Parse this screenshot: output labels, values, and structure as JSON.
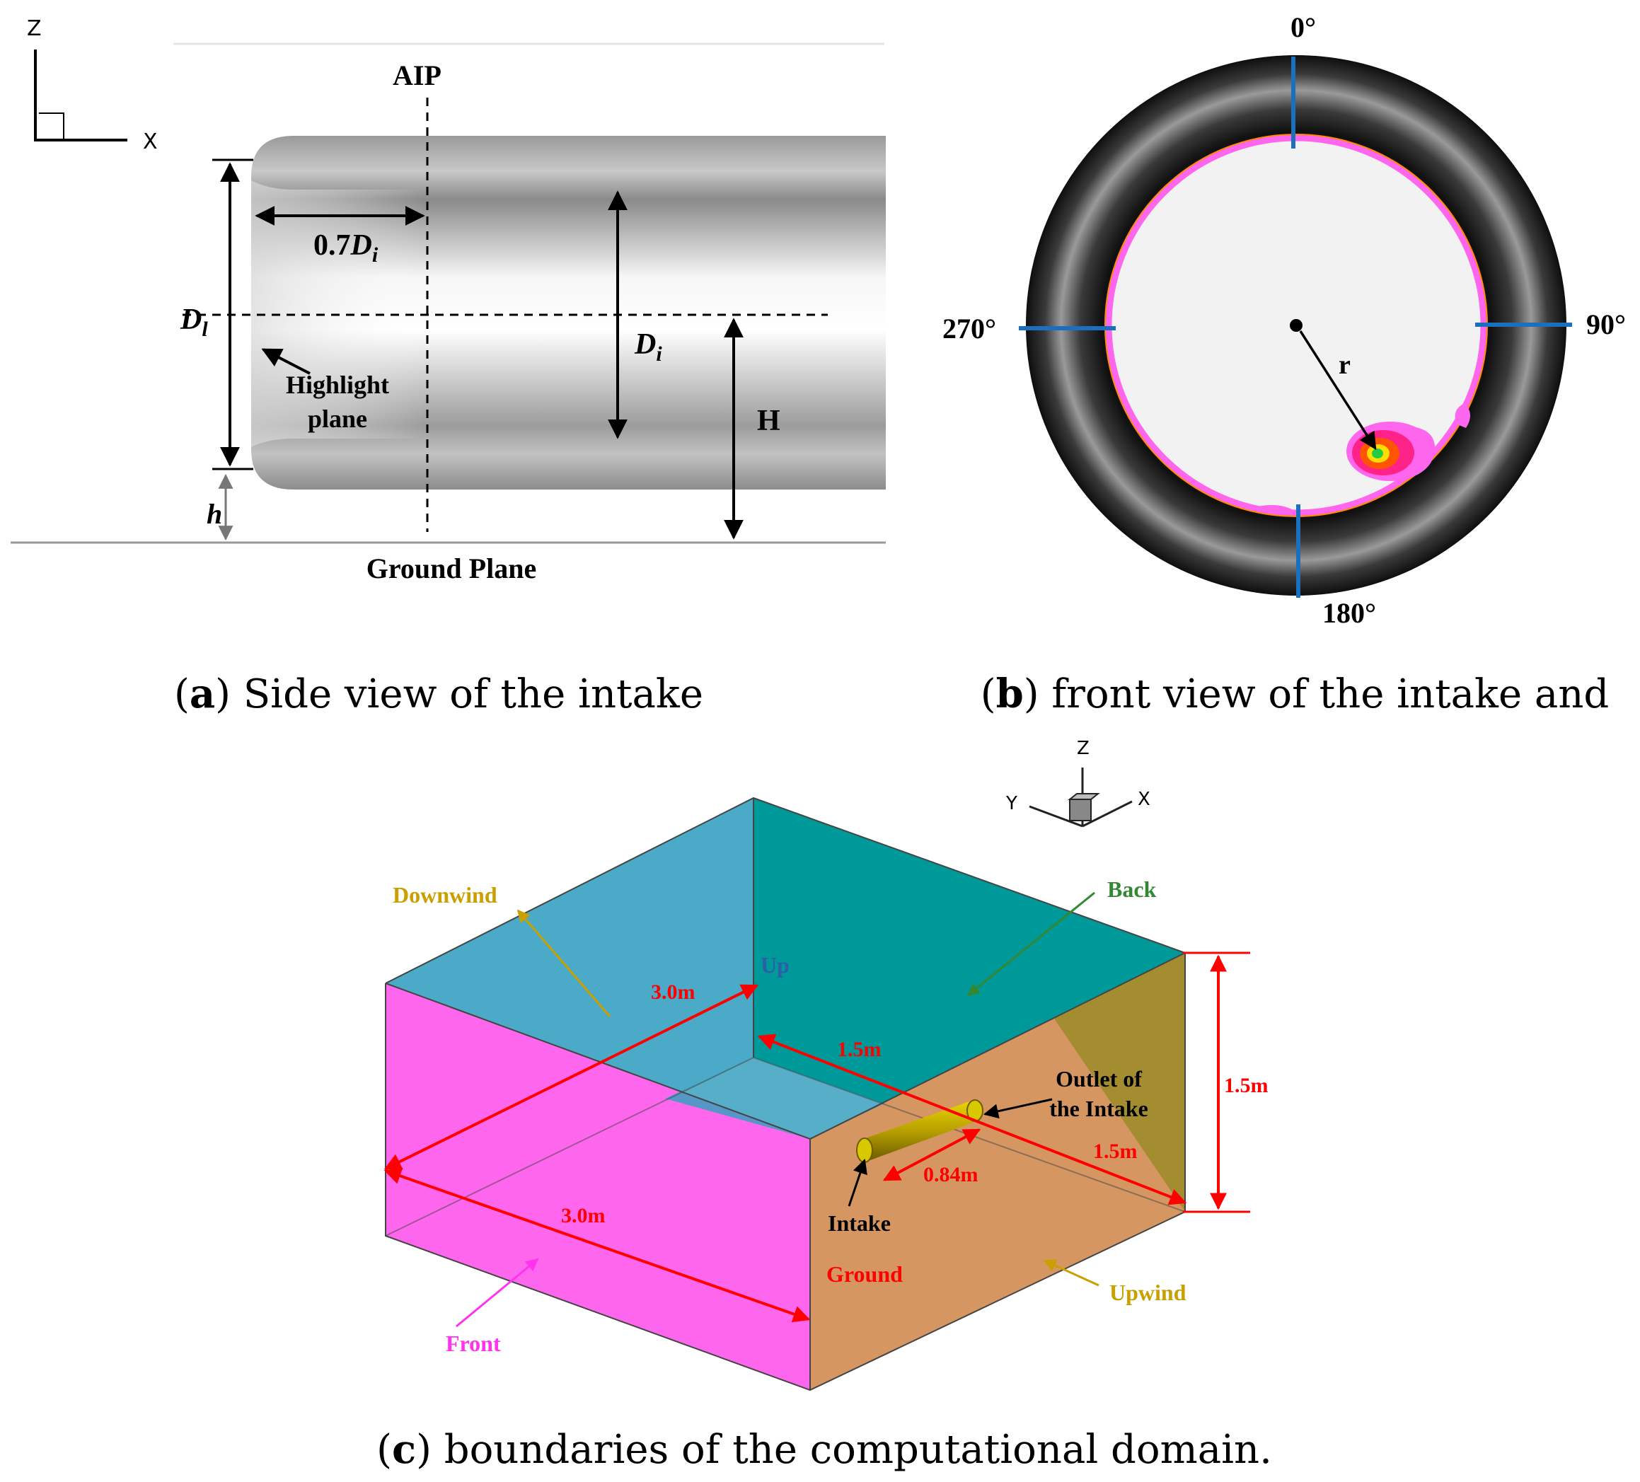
{
  "panel_a": {
    "axis_z": "Z",
    "axis_x": "X",
    "aip": "AIP",
    "dist": "0.7",
    "dist_sym": "D",
    "dist_sub": "i",
    "dl_sym": "D",
    "dl_sub": "l",
    "di_sym": "D",
    "di_sub": "i",
    "highlight_1": "Highlight",
    "highlight_2": "plane",
    "h_big": "H",
    "h_small": "h",
    "ground": "Ground Plane",
    "caption_letter": "a",
    "caption_text": " Side view of the intake"
  },
  "panel_b": {
    "a0": "0°",
    "a90": "90°",
    "a180": "180°",
    "a270": "270°",
    "r": "r",
    "caption_letter": "b",
    "caption_text": " front view of the intake and"
  },
  "panel_c": {
    "axis_z": "Z",
    "axis_y": "Y",
    "axis_x": "X",
    "downwind": "Downwind",
    "back": "Back",
    "up": "Up",
    "dim_3_top": "3.0m",
    "dim_15_top": "1.5m",
    "outlet_1": "Outlet of",
    "outlet_2": "the Intake",
    "dim_15_right": "1.5m",
    "dim_15_height": "1.5m",
    "dim_084": "0.84m",
    "intake": "Intake",
    "dim_3_bottom": "3.0m",
    "ground": "Ground",
    "upwind": "Upwind",
    "front": "Front",
    "caption_letter": "c",
    "caption_text": " boundaries of the computational domain."
  },
  "colors": {
    "front_face": "#ff66ee",
    "up_face": "#4aaac8",
    "back_face": "#009999",
    "side_face": "#a48c30",
    "ground_face": "#d69662",
    "dimension_red": "#ff0000",
    "downwind_label": "#c9a000",
    "back_label": "#338833",
    "front_label": "#ff33ee",
    "up_label": "#2a60a8",
    "angle_marker": "#1a6fbf"
  }
}
